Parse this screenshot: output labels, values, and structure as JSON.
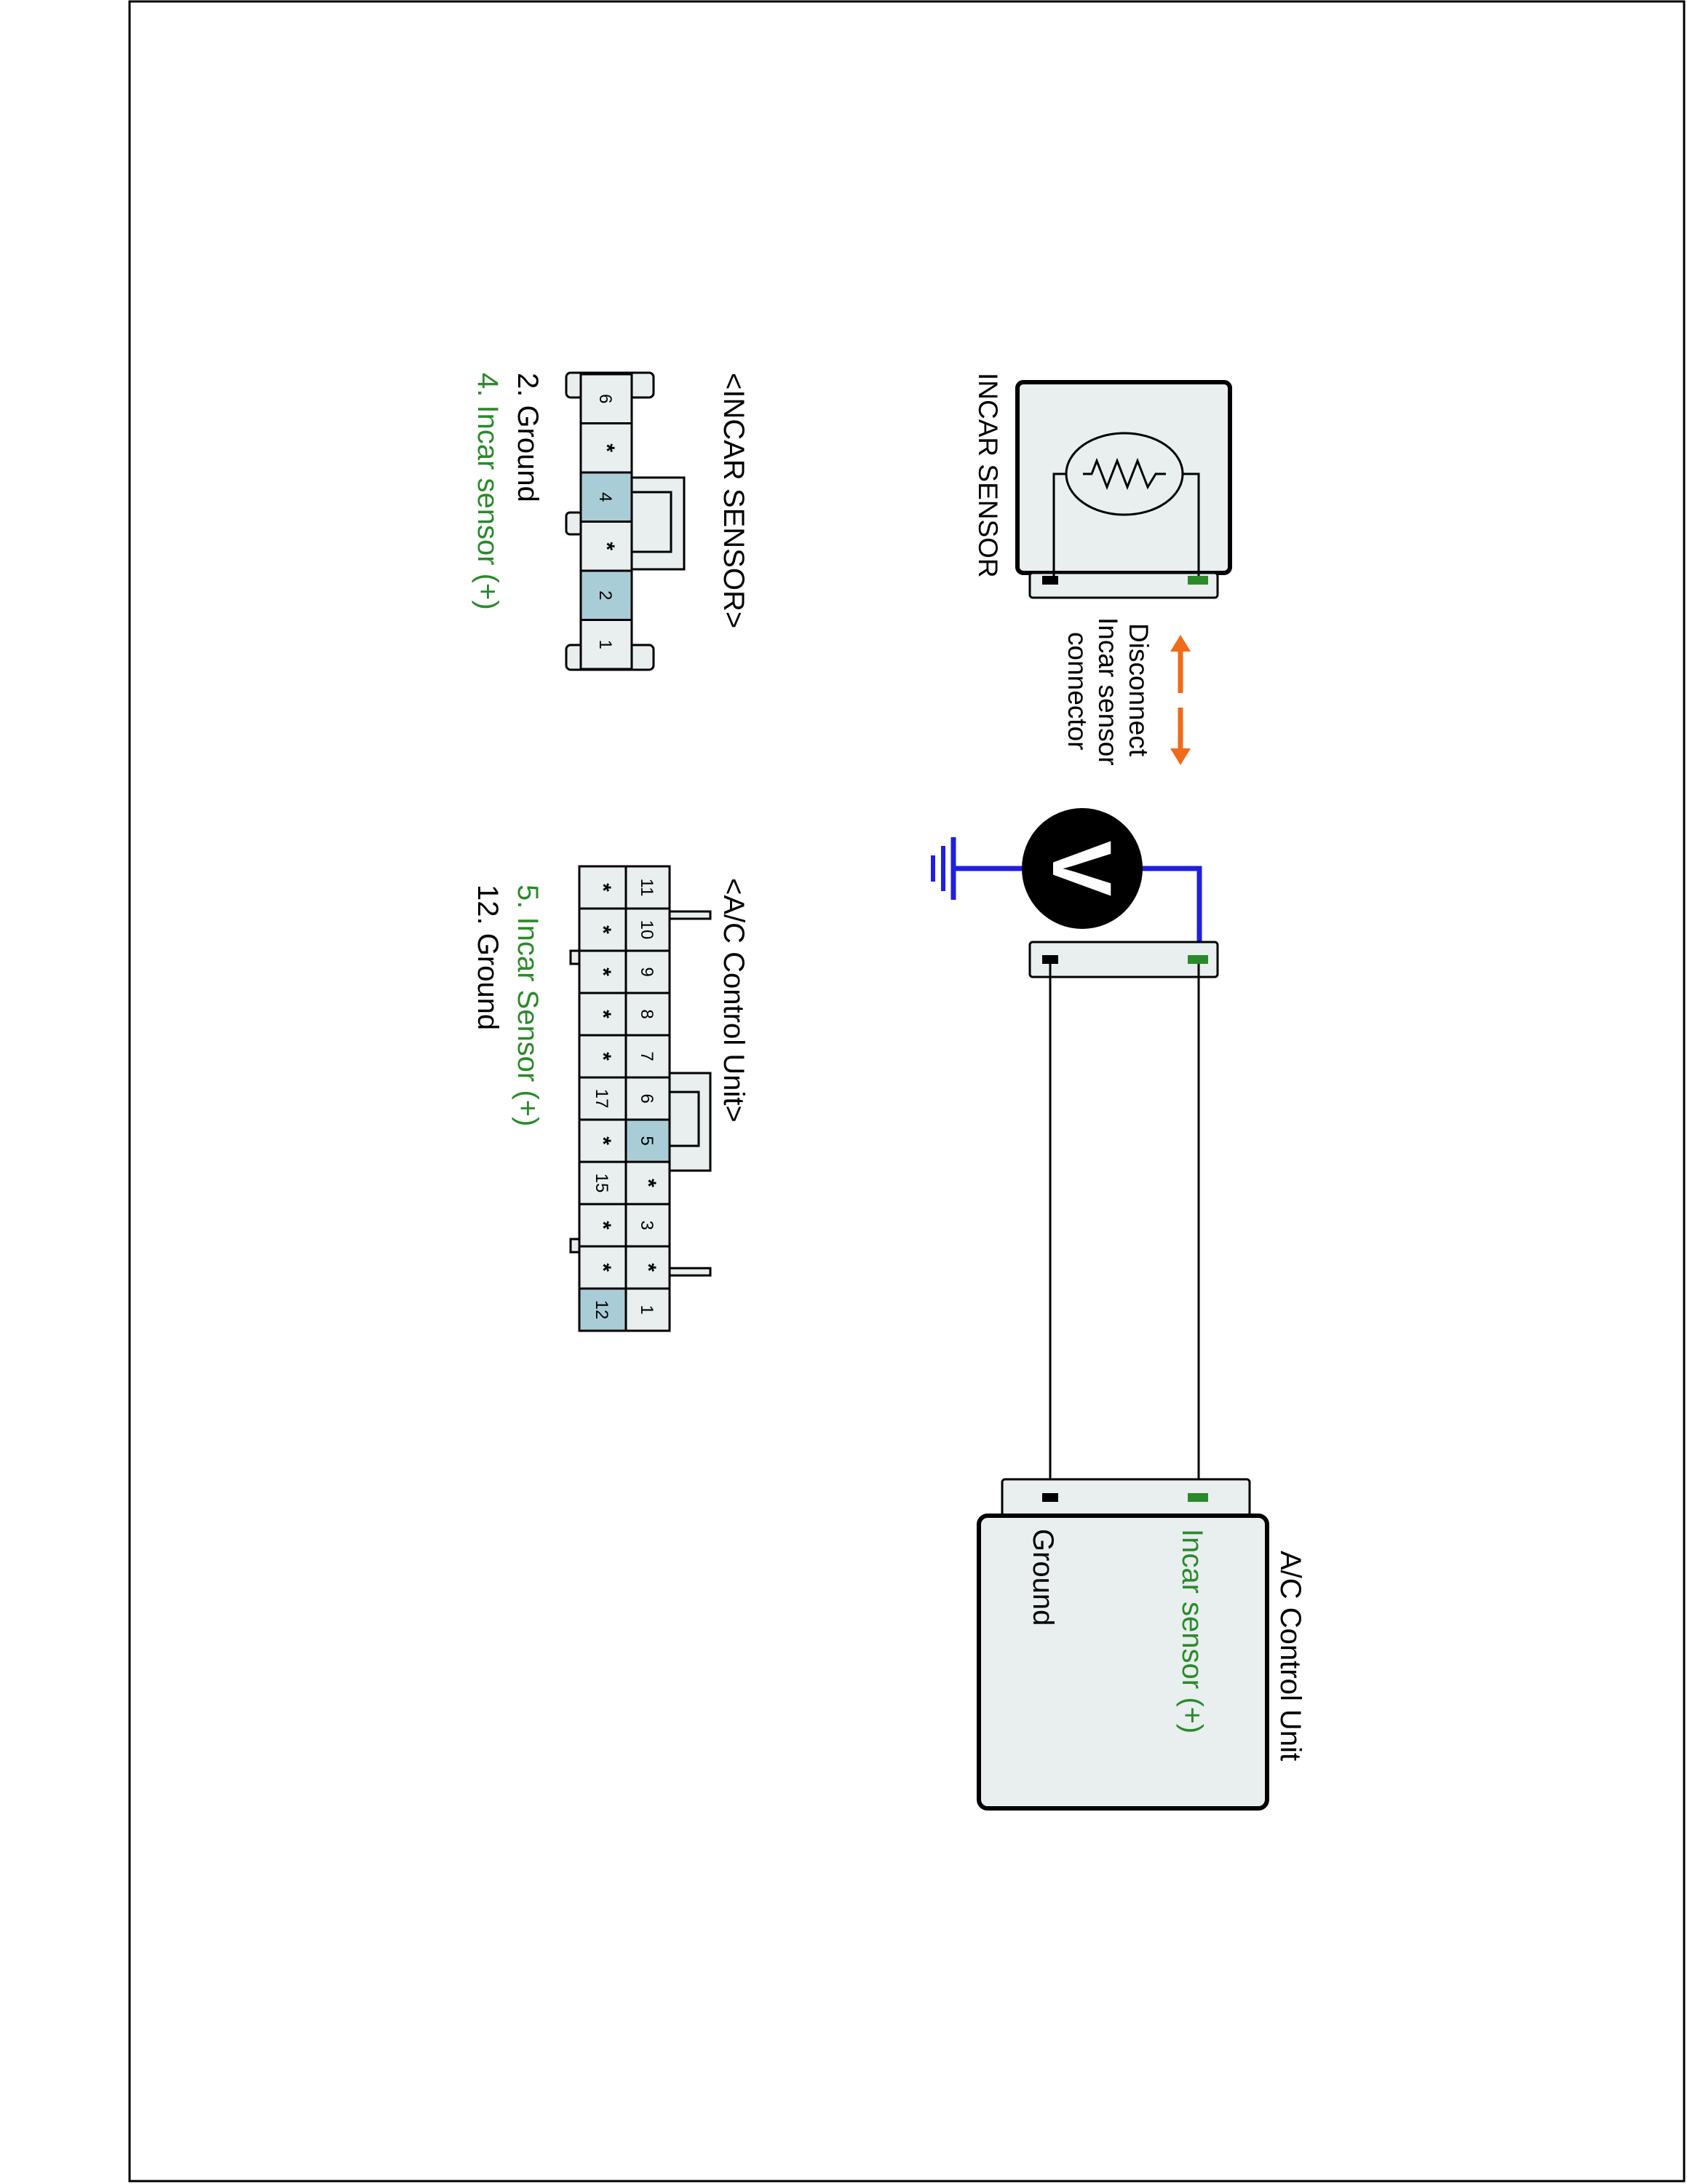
{
  "colors": {
    "background": "#ffffff",
    "frame": "#000000",
    "box_fill": "#e9eeef",
    "pin_highlight": "#a9cdd7",
    "wire": "#000000",
    "signal_green": "#2a8a2a",
    "probe_blue": "#1f1fe0",
    "arrow_orange": "#f06a1a",
    "meter_fill": "#000000",
    "meter_text": "#ffffff"
  },
  "incar_sensor": {
    "title": "INCAR SENSOR",
    "icon": "thermistor-icon"
  },
  "disconnect_note": {
    "lines": [
      "Disconnect",
      "Incar sensor",
      "connector"
    ],
    "icon": "double-arrow-icon"
  },
  "voltmeter": {
    "symbol": "V",
    "ground_icon": "ground-icon"
  },
  "ac_control_unit": {
    "title": "A/C Control Unit",
    "incar_label": "Incar sensor (+)",
    "ground_label": "Ground"
  },
  "incar_connector": {
    "title": "<INCAR SENSOR>",
    "pins": [
      {
        "label": "6",
        "highlight": false
      },
      {
        "label": "*",
        "highlight": false
      },
      {
        "label": "4",
        "highlight": true
      },
      {
        "label": "*",
        "highlight": false
      },
      {
        "label": "2",
        "highlight": true
      },
      {
        "label": "1",
        "highlight": false
      }
    ],
    "legend": [
      {
        "text": "2. Ground",
        "color": "black"
      },
      {
        "text": "4. Incar sensor (+)",
        "color": "green"
      }
    ]
  },
  "ac_connector": {
    "title": "<A/C Control Unit>",
    "top_row": [
      {
        "label": "11",
        "highlight": false
      },
      {
        "label": "10",
        "highlight": false
      },
      {
        "label": "9",
        "highlight": false
      },
      {
        "label": "8",
        "highlight": false
      },
      {
        "label": "7",
        "highlight": false
      },
      {
        "label": "6",
        "highlight": false
      },
      {
        "label": "5",
        "highlight": true
      },
      {
        "label": "*",
        "highlight": false
      },
      {
        "label": "3",
        "highlight": false
      },
      {
        "label": "*",
        "highlight": false
      },
      {
        "label": "1",
        "highlight": false
      }
    ],
    "bottom_row": [
      {
        "label": "*",
        "highlight": false
      },
      {
        "label": "*",
        "highlight": false
      },
      {
        "label": "*",
        "highlight": false
      },
      {
        "label": "*",
        "highlight": false
      },
      {
        "label": "*",
        "highlight": false
      },
      {
        "label": "17",
        "highlight": false
      },
      {
        "label": "*",
        "highlight": false
      },
      {
        "label": "15",
        "highlight": false
      },
      {
        "label": "*",
        "highlight": false
      },
      {
        "label": "*",
        "highlight": false
      },
      {
        "label": "12",
        "highlight": true
      }
    ],
    "legend": [
      {
        "text": "5. Incar Sensor (+)",
        "color": "green"
      },
      {
        "text": "12. Ground",
        "color": "black"
      }
    ]
  }
}
